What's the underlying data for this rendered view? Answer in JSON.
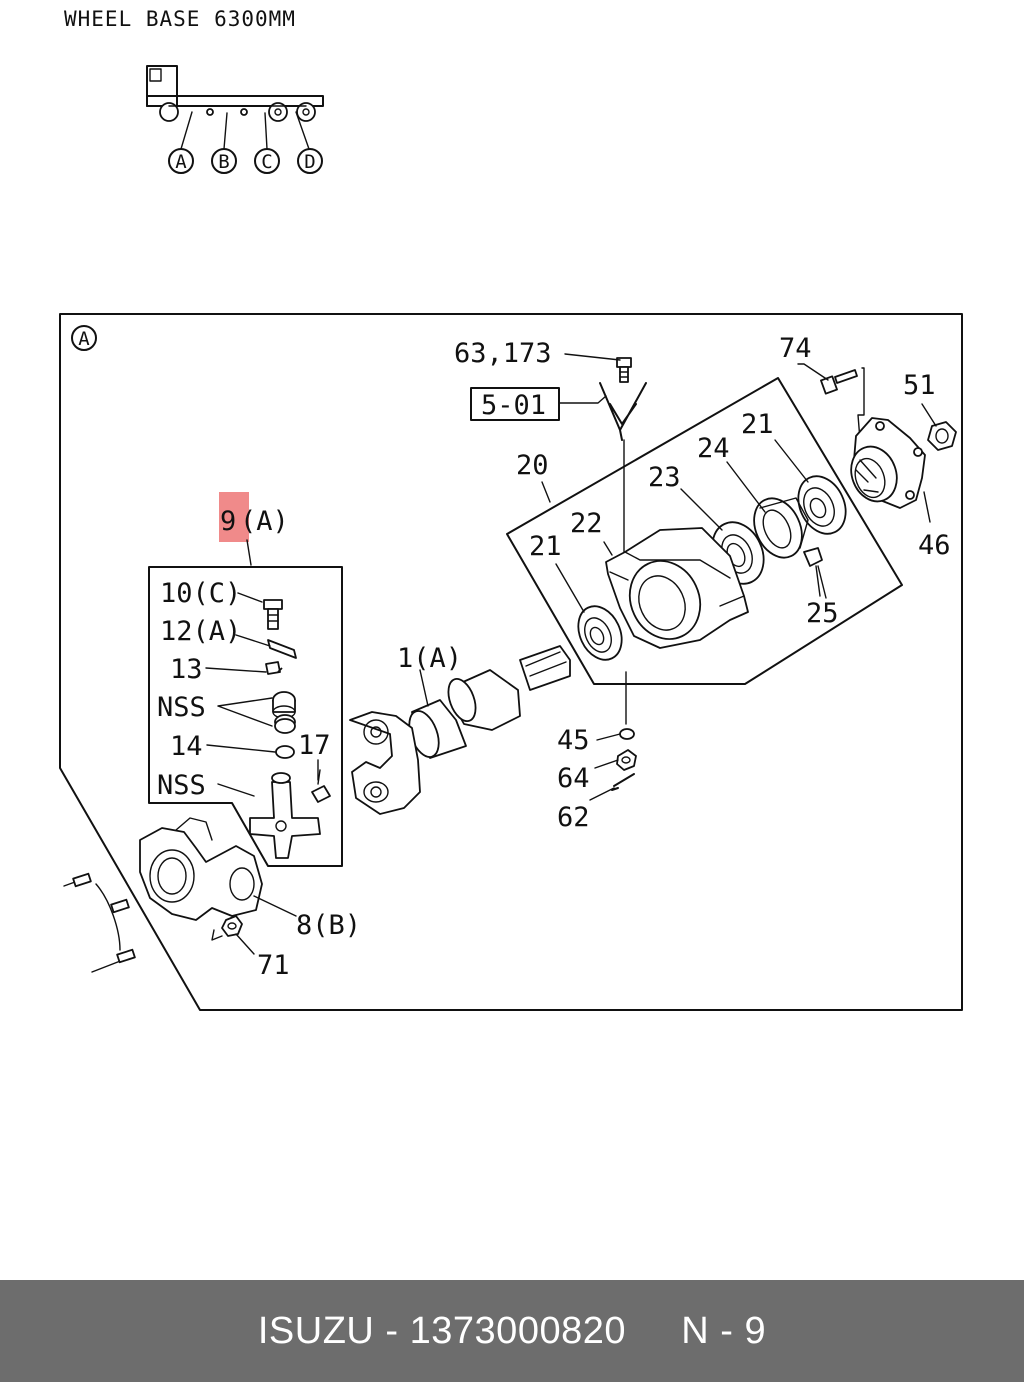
{
  "header": {
    "wheel_base": "WHEEL BASE 6300MM"
  },
  "truck": {
    "positions": [
      "A",
      "B",
      "C",
      "D"
    ]
  },
  "frame": {
    "tag": "A"
  },
  "callouts": {
    "c63_173": "63,173",
    "c5_01": "5-01",
    "c74": "74",
    "c51": "51",
    "c21a": "21",
    "c20": "20",
    "c24": "24",
    "c23": "23",
    "c22": "22",
    "c21b": "21",
    "c46": "46",
    "c25": "25",
    "c9": "9",
    "c9_suffix": "(A)",
    "c10": "10(C)",
    "c12": "12(A)",
    "c13": "13",
    "nss1": "NSS",
    "c14": "14",
    "c17": "17",
    "nss2": "NSS",
    "c1": "1(A)",
    "c45": "45",
    "c64": "64",
    "c62": "62",
    "c8": "8(B)",
    "c71": "71"
  },
  "colors": {
    "highlight": "#f08a8a",
    "footer_bg": "#6d6d6d",
    "line": "#111111"
  },
  "footer": {
    "text": "ISUZU - 1373000820     N - 9"
  }
}
